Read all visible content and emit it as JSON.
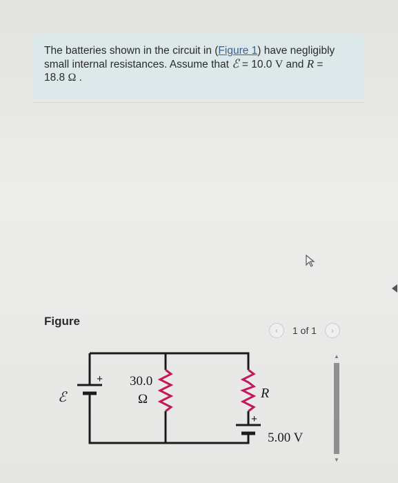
{
  "problem": {
    "text_before": "The batteries shown in the circuit in (",
    "link": "Figure 1",
    "text_middle": ") have negligibly small internal resistances. Assume that ",
    "emf_symbol": "ℰ",
    "equals1": " = ",
    "emf_value": "10.0",
    "emf_unit": "V",
    "and_text": " and ",
    "r_symbol": "R",
    "equals2": " = ",
    "r_value": "18.8",
    "r_unit": "Ω",
    "end": " ."
  },
  "figure": {
    "label": "Figure",
    "pager_text": "1 of 1",
    "prev_icon": "chevron-left-icon",
    "next_icon": "chevron-right-icon"
  },
  "circuit": {
    "emf_label": "ℰ",
    "plus1": "+",
    "resistor_value": "30.0",
    "resistor_unit": "Ω",
    "r_label": "R",
    "plus2": "+",
    "battery2_label": "5.00 V"
  },
  "colors": {
    "resistor": "#c2185b",
    "wire": "#1a1a1a",
    "link": "#3a5f8f",
    "panel": "#dde8ea"
  }
}
